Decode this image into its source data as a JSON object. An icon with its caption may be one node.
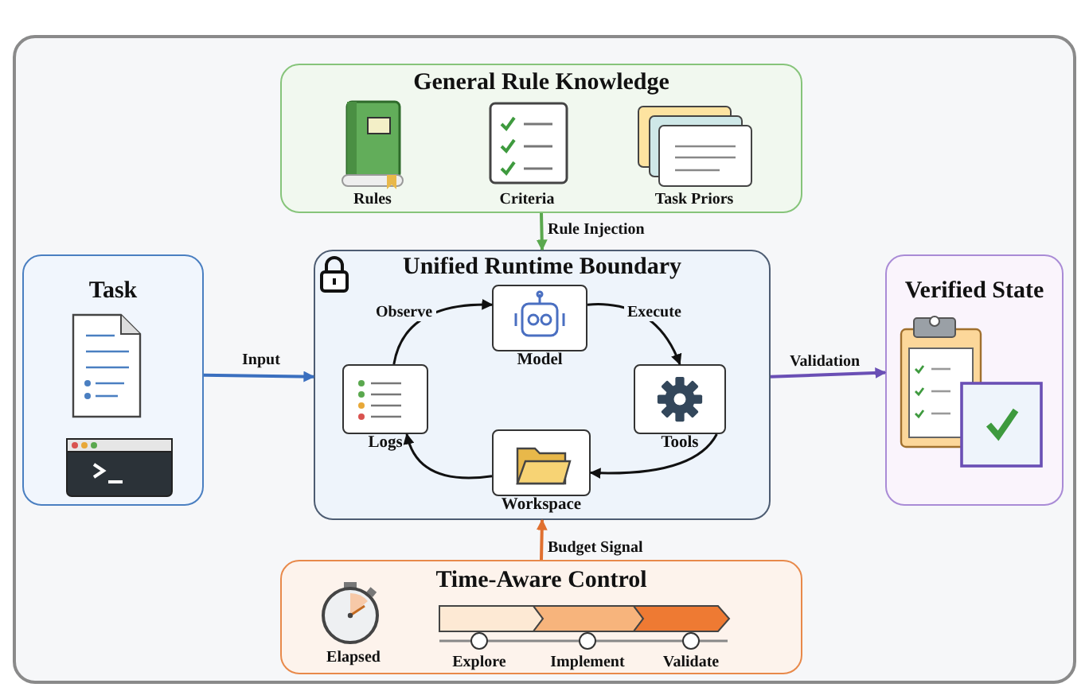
{
  "diagram": {
    "nodes": [
      {
        "text": [
          "Task"
        ]
      },
      {
        "text": [
          "General Rule Knowledge"
        ]
      },
      {
        "text": [
          "Unified Runtime Boundary"
        ]
      },
      {
        "text": [
          "Model"
        ],
        "in": 2
      },
      {
        "text": [
          "Tools"
        ],
        "in": 2
      },
      {
        "text": [
          "Workspace"
        ],
        "in": 2
      },
      {
        "text": [
          "Logs"
        ],
        "in": 2
      },
      {
        "text": [
          "Verified State"
        ]
      },
      {
        "text": [
          "Time-Aware Control"
        ]
      }
    ],
    "edges": [
      {
        "from": 0,
        "to": 2,
        "arrow": "to",
        "label": "Input",
        "color": "#3a6fbf"
      },
      {
        "from": 1,
        "to": 2,
        "arrow": "to",
        "label": "Rule Injection",
        "color": "#5aa84e"
      },
      {
        "from": 2,
        "to": 7,
        "arrow": "to",
        "label": "Validation",
        "color": "#6a4fb5"
      },
      {
        "from": 8,
        "to": 2,
        "arrow": "to",
        "label": "Budget Signal",
        "color": "#e07030"
      },
      {
        "from": 3,
        "to": 4,
        "arrow": "to",
        "label": "Execute"
      },
      {
        "from": 4,
        "to": 5,
        "arrow": "to"
      },
      {
        "from": 5,
        "to": 6,
        "arrow": "to"
      },
      {
        "from": 6,
        "to": 3,
        "arrow": "to",
        "label": "Observe"
      }
    ],
    "labels": [
      "Rules",
      "Criteria",
      "Task Priors",
      "Elapsed",
      "Explore",
      "Implement",
      "Validate"
    ]
  }
}
